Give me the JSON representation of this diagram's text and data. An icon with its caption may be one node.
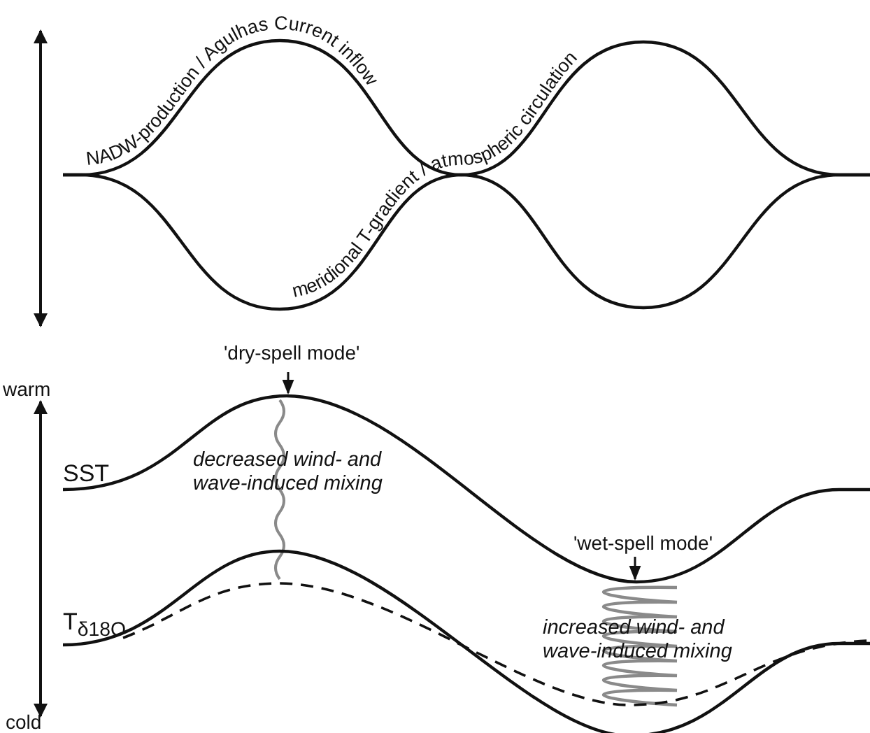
{
  "diagram": {
    "nodes": [
      {
        "text": [
          "'dry-spell mode'"
        ]
      },
      {
        "text": [
          "'wet-spell mode'"
        ]
      }
    ],
    "edges": [
      {
        "from": 0,
        "to": null,
        "arrow": "to"
      },
      {
        "from": 1,
        "to": null,
        "arrow": "to"
      }
    ],
    "labels": [
      "NADW-production / Agulhas Current inflow",
      "meridional T-gradient / atmospheric circulation",
      "warm",
      "SST",
      "decreased wind- and wave-induced mixing",
      "T$_{δ18O}$",
      "increased wind- and wave-induced mixing",
      "cold"
    ]
  }
}
